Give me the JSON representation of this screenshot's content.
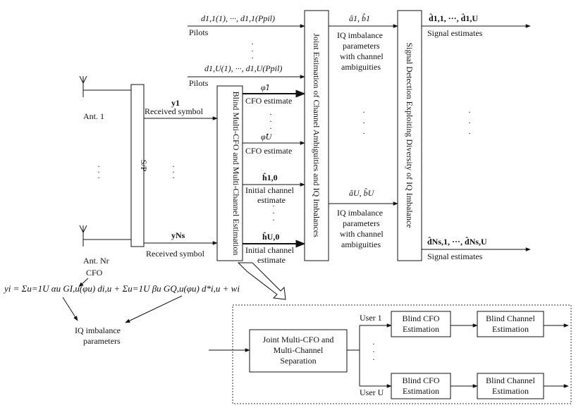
{
  "antennas": {
    "first": "Ant. 1",
    "last": "Ant. Nr"
  },
  "blocks": {
    "sp": "S/P",
    "blind_estimation": "Blind Multi-CFO and Multi-Channel Estimation",
    "joint_estimation": "Joint Estimation of Channel Ambiguities and IQ Imbalances",
    "signal_detection": "Signal Detection Exploiting Diversity of IQ Imbalance"
  },
  "signals": {
    "received_symbol_1": "Received symbol",
    "received_symbol_n": "Received symbol",
    "y1": "y1",
    "yn": "yNs",
    "pilots_1_math": "d1,1(1), ···, d1,1(Ppil)",
    "pilots_1_label": "Pilots",
    "pilots_u_math": "d1,U(1), ···, d1,U(Ppil)",
    "pilots_u_label": "Pilots",
    "cfo_1_math": "φ̂1",
    "cfo_1_label": "CFO estimate",
    "cfo_u_math": "φ̂U",
    "cfo_u_label": "CFO estimate",
    "h1_math": "ĥ1,0",
    "h1_label_1": "Initial channel",
    "h1_label_2": "estimate",
    "hu_math": "ĥU,0",
    "hu_label_1": "Initial channel",
    "hu_label_2": "estimate",
    "iq1_math": "â1, b̂1",
    "iq1_label_1": "IQ imbalance",
    "iq1_label_2": "parameters",
    "iq1_label_3": "with channel",
    "iq1_label_4": "ambiguities",
    "iqu_math": "âU, b̂U",
    "iqu_label_1": "IQ imbalance",
    "iqu_label_2": "parameters",
    "iqu_label_3": "with channel",
    "iqu_label_4": "ambiguities",
    "out1_math": "d̂1,1, ···, d̂1,U",
    "out1_label": "Signal estimates",
    "outn_math": "d̂Ns,1, ···, d̂Ns,U",
    "outn_label": "Signal estimates"
  },
  "equation": {
    "text": "yi = Σu=1U αu GI,u(φu) di,u + Σu=1U βu GQ,u(φu) d*i,u + wi",
    "cfo_note": "CFO",
    "iq_note_1": "IQ imbalance",
    "iq_note_2": "parameters"
  },
  "detail": {
    "joint_sep_1": "Joint Multi-CFO and",
    "joint_sep_2": "Multi-Channel",
    "joint_sep_3": "Separation",
    "user_1": "User 1",
    "user_u": "User U",
    "cfo_block_1a": "Blind CFO",
    "cfo_block_1b": "Estimation",
    "cfo_block_ua": "Blind CFO",
    "cfo_block_ub": "Estimation",
    "ch_block_1a": "Blind Channel",
    "ch_block_1b": "Estimation",
    "ch_block_ua": "Blind Channel",
    "ch_block_ub": "Estimation"
  }
}
